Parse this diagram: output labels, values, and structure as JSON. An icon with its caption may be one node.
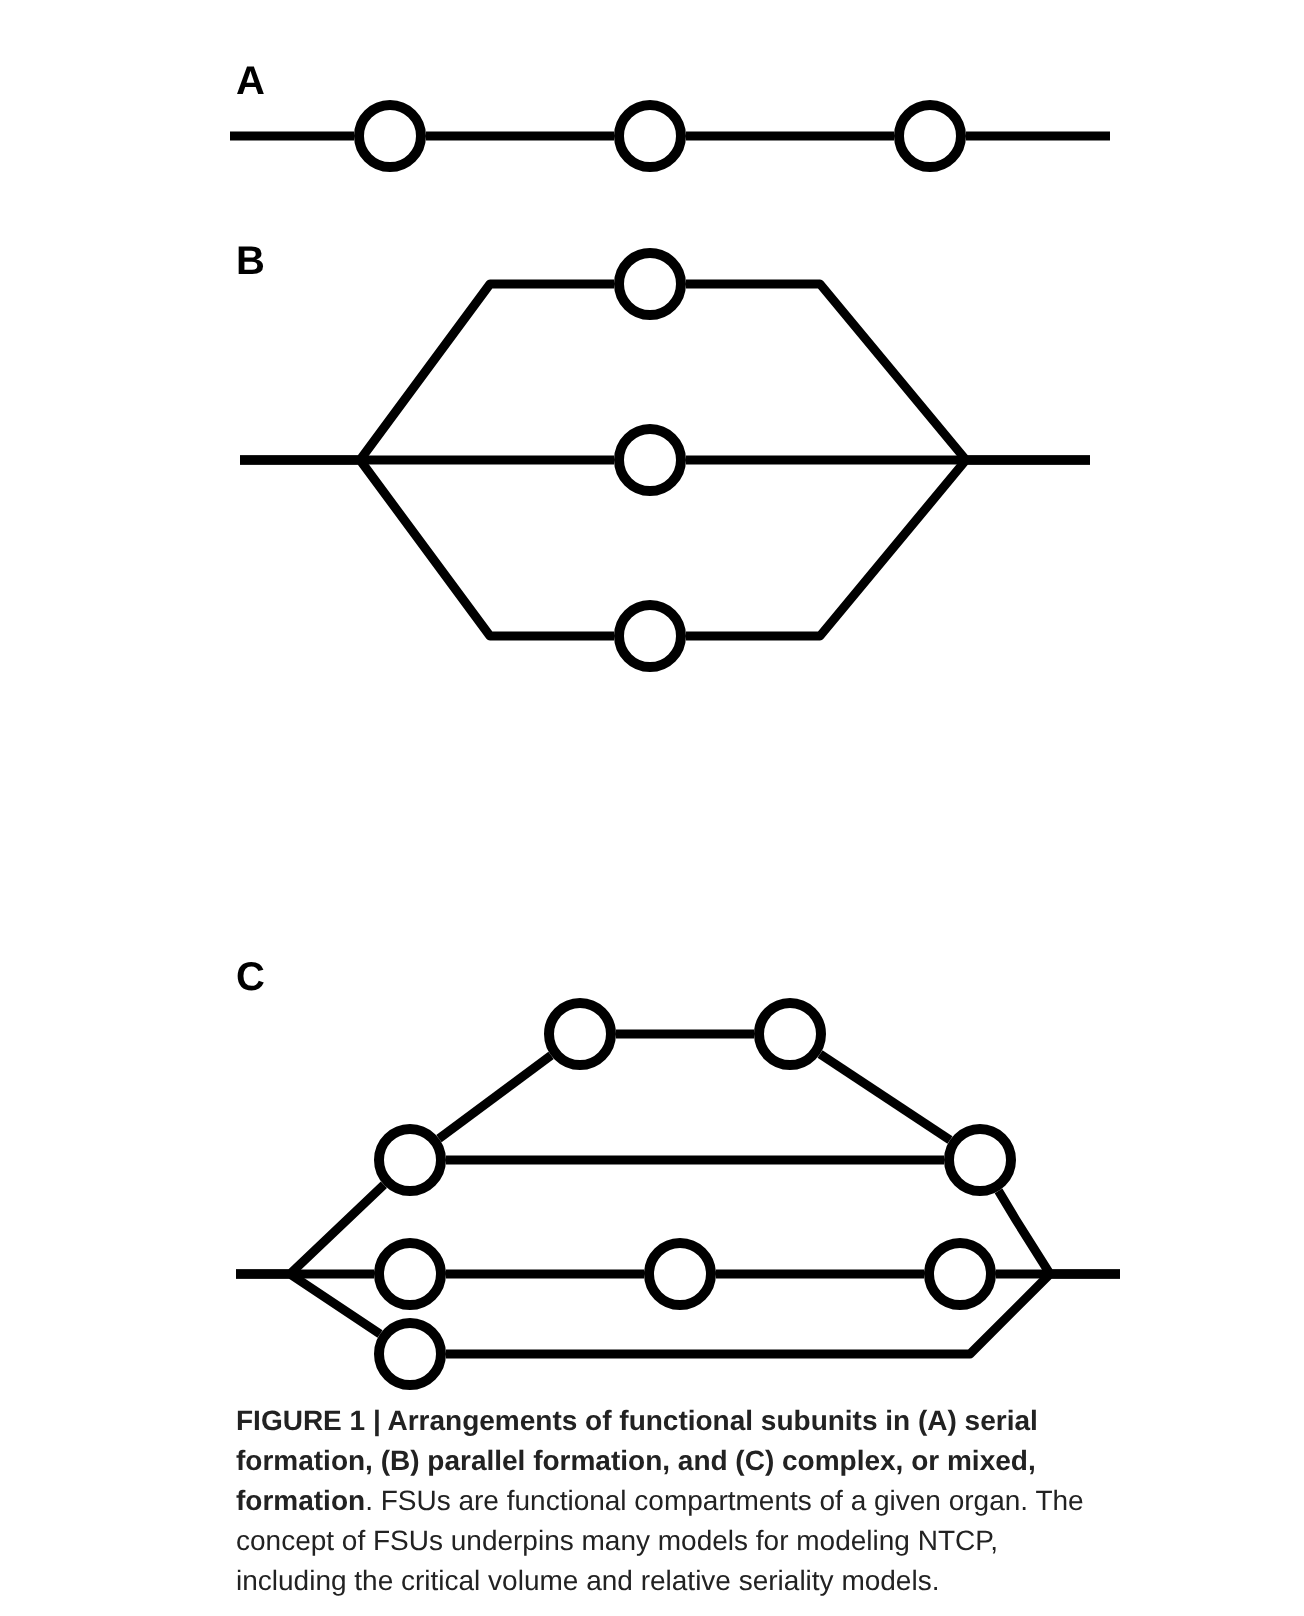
{
  "diagram": {
    "caption": "**FIGURE 1 | Arrangements of functional subunits in (A) serial formation, (B) parallel formation, and (C) complex, or mixed, formation**. FSUs are functional compartments of a given organ. The concept of FSUs underpins many models for modeling NTCP, including the critical volume and relative seriality models.",
    "nodes": [
      {
        "text": [],
        "shape": "circle"
      },
      {
        "text": [],
        "shape": "circle"
      },
      {
        "text": [],
        "shape": "circle"
      },
      {
        "text": [],
        "shape": "circle"
      },
      {
        "text": [],
        "shape": "circle"
      },
      {
        "text": [],
        "shape": "circle"
      },
      {
        "text": [],
        "shape": "circle"
      },
      {
        "text": [],
        "shape": "circle"
      },
      {
        "text": [],
        "shape": "circle"
      },
      {
        "text": [],
        "shape": "circle"
      },
      {
        "text": [],
        "shape": "circle"
      },
      {
        "text": [],
        "shape": "circle"
      },
      {
        "text": [],
        "shape": "circle"
      },
      {
        "text": [],
        "shape": "circle"
      }
    ],
    "edges": [
      {
        "from": null,
        "to": 0,
        "arrow": "none"
      },
      {
        "from": 0,
        "to": 1,
        "arrow": "none"
      },
      {
        "from": 1,
        "to": 2,
        "arrow": "none"
      },
      {
        "from": 2,
        "to": null,
        "arrow": "none"
      },
      {
        "from": null,
        "to": 3,
        "arrow": "none"
      },
      {
        "from": null,
        "to": 4,
        "arrow": "none"
      },
      {
        "from": null,
        "to": 5,
        "arrow": "none"
      },
      {
        "from": 3,
        "to": null,
        "arrow": "none"
      },
      {
        "from": 4,
        "to": null,
        "arrow": "none"
      },
      {
        "from": 5,
        "to": null,
        "arrow": "none"
      },
      {
        "from": null,
        "to": 8,
        "arrow": "none"
      },
      {
        "from": null,
        "to": 10,
        "arrow": "none"
      },
      {
        "from": null,
        "to": 13,
        "arrow": "none"
      },
      {
        "from": 8,
        "to": 6,
        "arrow": "none"
      },
      {
        "from": 6,
        "to": 7,
        "arrow": "none"
      },
      {
        "from": 7,
        "to": 9,
        "arrow": "none"
      },
      {
        "from": 8,
        "to": 9,
        "arrow": "none"
      },
      {
        "from": 9,
        "to": null,
        "arrow": "none"
      },
      {
        "from": 10,
        "to": 11,
        "arrow": "none"
      },
      {
        "from": 11,
        "to": 12,
        "arrow": "none"
      },
      {
        "from": 12,
        "to": null,
        "arrow": "none"
      },
      {
        "from": 13,
        "to": null,
        "arrow": "none"
      }
    ],
    "labels": [
      "A",
      "B",
      "C"
    ]
  }
}
